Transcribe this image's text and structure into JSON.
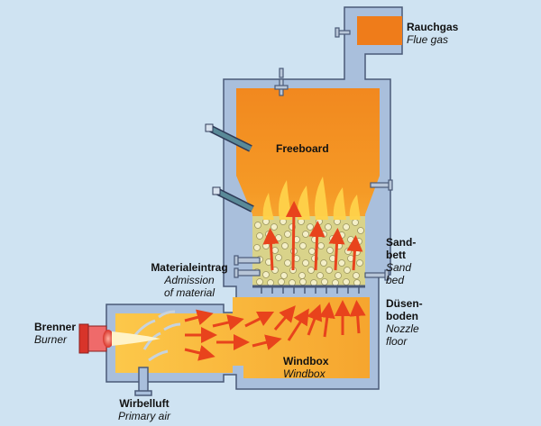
{
  "labels": {
    "flue_gas": {
      "de": "Rauchgas",
      "en": "Flue gas"
    },
    "freeboard": {
      "de": "Freeboard"
    },
    "sand_bed": {
      "de1": "Sand-",
      "de2": "bett",
      "en1": "Sand",
      "en2": "bed"
    },
    "material_admission": {
      "de": "Materialeintrag",
      "en1": "Admission",
      "en2": "of material"
    },
    "nozzle_floor": {
      "de1": "Düsen-",
      "de2": "boden",
      "en1": "Nozzle",
      "en2": "floor"
    },
    "burner": {
      "de": "Brenner",
      "en": "Burner"
    },
    "windbox": {
      "de": "Windbox",
      "en": "Windbox"
    },
    "primary_air": {
      "de": "Wirbelluft",
      "en": "Primary air"
    }
  },
  "colors": {
    "background": "#cfe3f2",
    "wall": "#a9bfdc",
    "wall_stroke": "#4a5a78",
    "chamber_hot": "#f08a1e",
    "chamber_light": "#f9b93c",
    "flame": "#ffd24a",
    "arrow_hot": "#e8431c",
    "arrow_cool": "#c7d3de"
  }
}
